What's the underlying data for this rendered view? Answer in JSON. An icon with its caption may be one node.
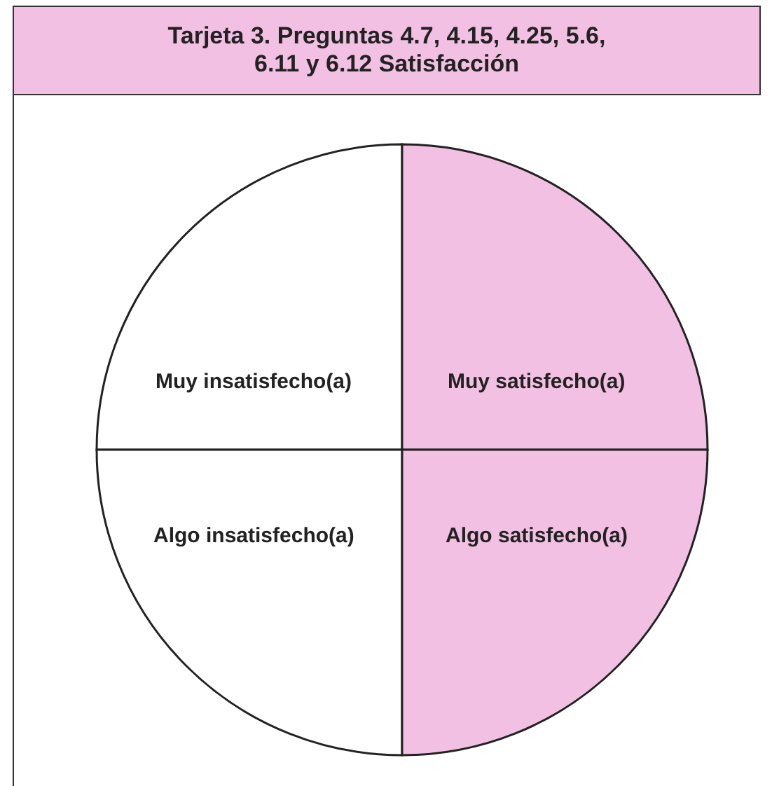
{
  "diagram": {
    "title": "Tarjeta 3. Preguntas 4.7, 4.15, 4.25, 5.6, 6.11 y 6.12 Satisfacción",
    "nodes": [
      {
        "text": [
          "Muy insatisfecho(a)"
        ]
      },
      {
        "text": [
          "Muy satisfecho(a)"
        ]
      },
      {
        "text": [
          "Algo insatisfecho(a)"
        ]
      },
      {
        "text": [
          "Algo satisfecho(a)"
        ]
      }
    ]
  }
}
